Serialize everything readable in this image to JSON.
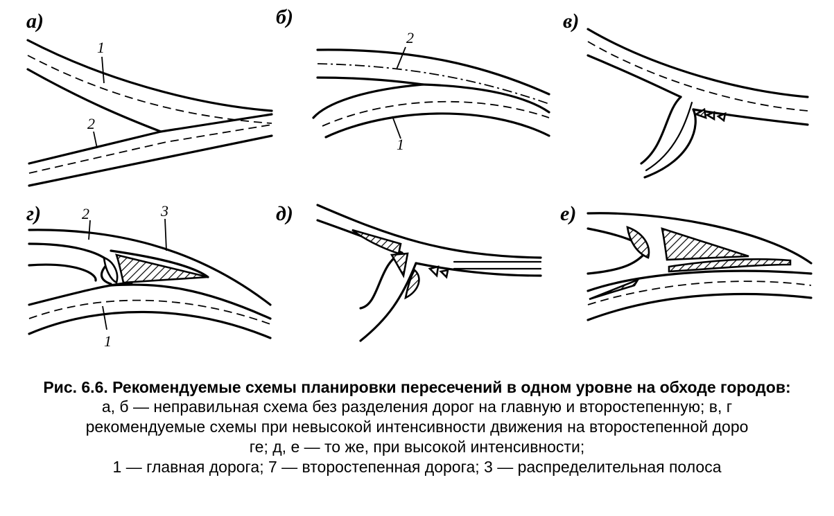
{
  "figure": {
    "panels": [
      {
        "id": "a",
        "label": "а)",
        "callouts": [
          "1",
          "2"
        ]
      },
      {
        "id": "b",
        "label": "б)",
        "callouts": [
          "2",
          "1"
        ]
      },
      {
        "id": "v",
        "label": "в)",
        "callouts": []
      },
      {
        "id": "g",
        "label": "г)",
        "callouts": [
          "2",
          "3",
          "1"
        ]
      },
      {
        "id": "d",
        "label": "д)",
        "callouts": []
      },
      {
        "id": "e",
        "label": "е)",
        "callouts": []
      }
    ]
  },
  "caption": {
    "title": "Рис. 6.6. Рекомендуемые схемы планировки пересечений в одном уровне на обходе городов:",
    "lines": [
      "а, б — неправильная схема без разделения дорог на главную и второстепенную; в, г",
      "рекомендуемые схемы при невысокой интенсивности движения  на второстепенной доро",
      "ге; д, е — то же, при высокой интенсивности;",
      "1 — главная дорога; 7 — второстепенная дорога; 3 — распределительная полоса"
    ]
  }
}
